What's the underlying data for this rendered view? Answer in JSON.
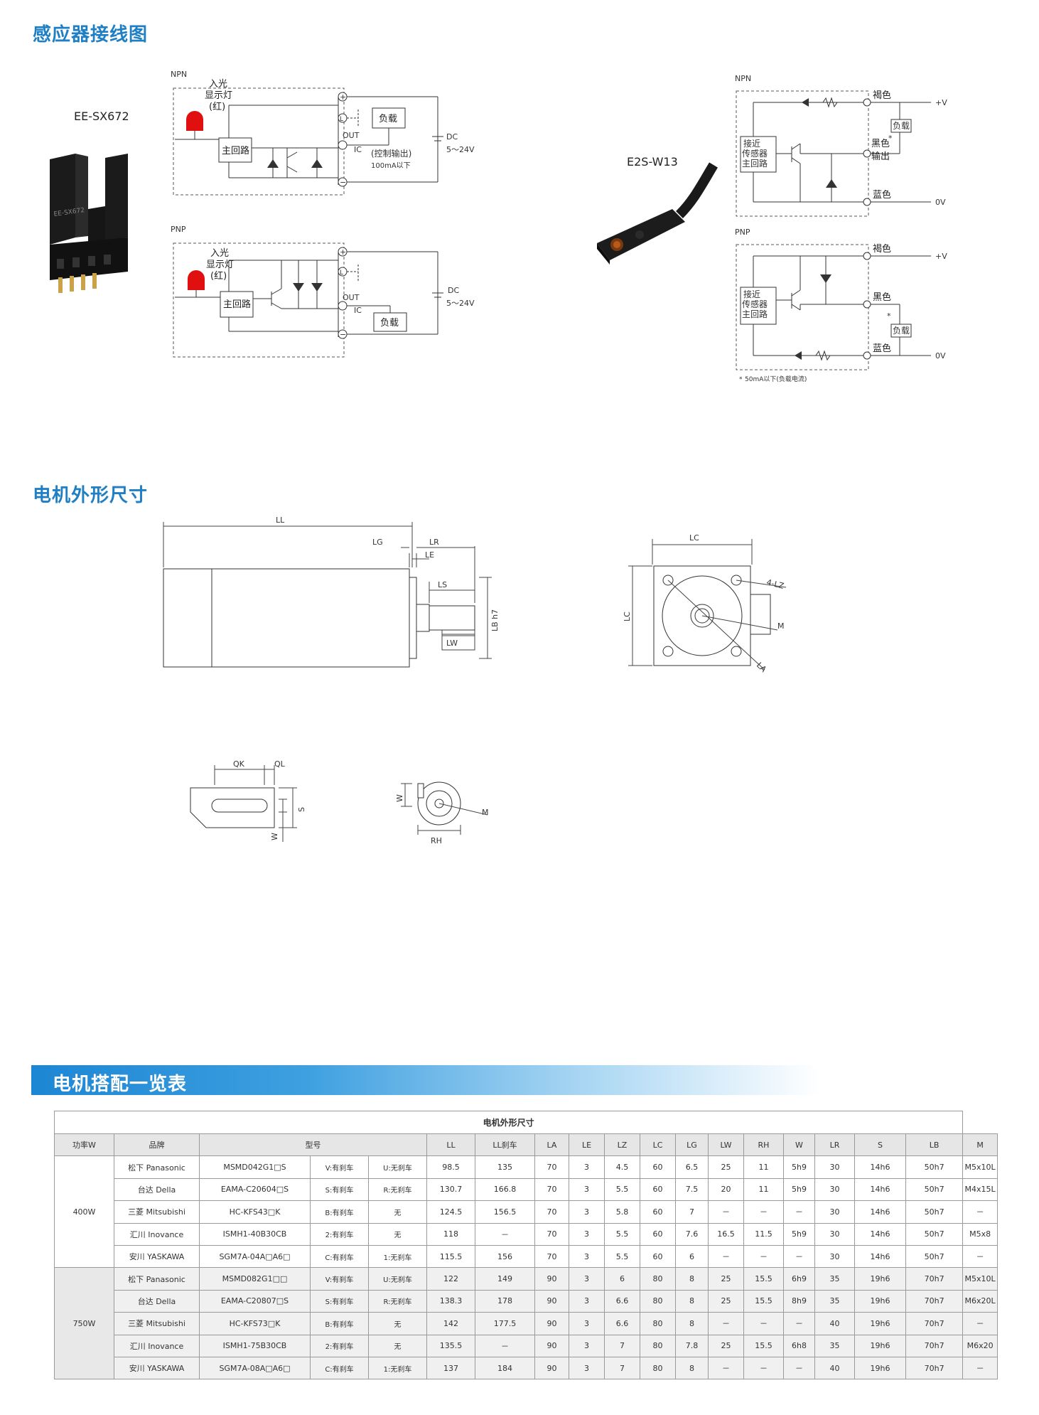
{
  "sections": {
    "wiring_title": "感应器接线图",
    "motor_dim_title": "电机外形尺寸",
    "match_title": "电机搭配一览表"
  },
  "wiring": {
    "sensor1_model": "EE-SX672",
    "sensor1_body_text": "EE-SX672",
    "sensor2_model": "E2S-W13",
    "npn": "NPN",
    "pnp": "PNP",
    "led_label_1": "入光",
    "led_label_2": "显示灯",
    "led_label_3": "(红)",
    "main_circuit": "主回路",
    "out": "OUT",
    "ic": "IC",
    "load": "负载",
    "control_output": "(控制输出)",
    "ma_limit": "100mA以下",
    "dc": "DC",
    "voltage": "5～24V",
    "l_mark": "L",
    "plus": "+",
    "minus": "−",
    "prox_1": "接近",
    "prox_2": "传感器",
    "prox_3": "主回路",
    "brown": "褐色",
    "black": "黑色",
    "output": "输出",
    "blue": "蓝色",
    "plus_v": "+V",
    "zero_v": "0V",
    "star": "*",
    "footnote_star": "*",
    "footnote_text": "50mA以下(负载电流)"
  },
  "dimensions": {
    "ll": "LL",
    "lg": "LG",
    "lr": "LR",
    "le": "LE",
    "ls": "LS",
    "lw": "LW",
    "lb": "LB h7",
    "lc": "LC",
    "lz": "4-LZ",
    "m": "M",
    "la": "LA",
    "qk": "QK",
    "ql": "QL",
    "s": "S",
    "w": "W",
    "rh": "RH"
  },
  "table": {
    "caption": "电机外形尺寸",
    "headers": [
      "功率W",
      "品牌",
      "型号",
      "LL",
      "LL刹车",
      "LA",
      "LE",
      "LZ",
      "LC",
      "LG",
      "LW",
      "RH",
      "W",
      "LR",
      "S",
      "LB",
      "M"
    ],
    "groups": [
      {
        "power": "400W",
        "rows": [
          [
            "松下 Panasonic",
            "MSMD042G1□S",
            "V:有刹车",
            "U:无刹车",
            "98.5",
            "135",
            "70",
            "3",
            "4.5",
            "60",
            "6.5",
            "25",
            "11",
            "5h9",
            "30",
            "14h6",
            "50h7",
            "M5x10L"
          ],
          [
            "台达 Della",
            "EAMA-C20604□S",
            "S:有刹车",
            "R:无刹车",
            "130.7",
            "166.8",
            "70",
            "3",
            "5.5",
            "60",
            "7.5",
            "20",
            "11",
            "5h9",
            "30",
            "14h6",
            "50h7",
            "M4x15L"
          ],
          [
            "三菱 Mitsubishi",
            "HC-KFS43□K",
            "B:有刹车",
            "无",
            "124.5",
            "156.5",
            "70",
            "3",
            "5.8",
            "60",
            "7",
            "－",
            "－",
            "－",
            "30",
            "14h6",
            "50h7",
            "－"
          ],
          [
            "汇川 Inovance",
            "ISMH1-40B30CB",
            "2:有刹车",
            "无",
            "118",
            "－",
            "70",
            "3",
            "5.5",
            "60",
            "7.6",
            "16.5",
            "11.5",
            "5h9",
            "30",
            "14h6",
            "50h7",
            "M5x8"
          ],
          [
            "安川 YASKAWA",
            "SGM7A-04A□A6□",
            "C:有刹车",
            "1:无刹车",
            "115.5",
            "156",
            "70",
            "3",
            "5.5",
            "60",
            "6",
            "－",
            "－",
            "－",
            "30",
            "14h6",
            "50h7",
            "－"
          ]
        ]
      },
      {
        "power": "750W",
        "rows": [
          [
            "松下 Panasonic",
            "MSMD082G1□□",
            "V:有刹车",
            "U:无刹车",
            "122",
            "149",
            "90",
            "3",
            "6",
            "80",
            "8",
            "25",
            "15.5",
            "6h9",
            "35",
            "19h6",
            "70h7",
            "M5x10L"
          ],
          [
            "台达 Della",
            "EAMA-C20807□S",
            "S:有刹车",
            "R:无刹车",
            "138.3",
            "178",
            "90",
            "3",
            "6.6",
            "80",
            "8",
            "25",
            "15.5",
            "8h9",
            "35",
            "19h6",
            "70h7",
            "M6x20L"
          ],
          [
            "三菱 Mitsubishi",
            "HC-KFS73□K",
            "B:有刹车",
            "无",
            "142",
            "177.5",
            "90",
            "3",
            "6.6",
            "80",
            "8",
            "－",
            "－",
            "－",
            "40",
            "19h6",
            "70h7",
            "－"
          ],
          [
            "汇川 Inovance",
            "ISMH1-75B30CB",
            "2:有刹车",
            "无",
            "135.5",
            "－",
            "90",
            "3",
            "7",
            "80",
            "7.8",
            "25",
            "15.5",
            "6h8",
            "35",
            "19h6",
            "70h7",
            "M6x20"
          ],
          [
            "安川 YASKAWA",
            "SGM7A-08A□A6□",
            "C:有刹车",
            "1:无刹车",
            "137",
            "184",
            "90",
            "3",
            "7",
            "80",
            "8",
            "－",
            "－",
            "－",
            "40",
            "19h6",
            "70h7",
            "－"
          ]
        ]
      }
    ]
  }
}
